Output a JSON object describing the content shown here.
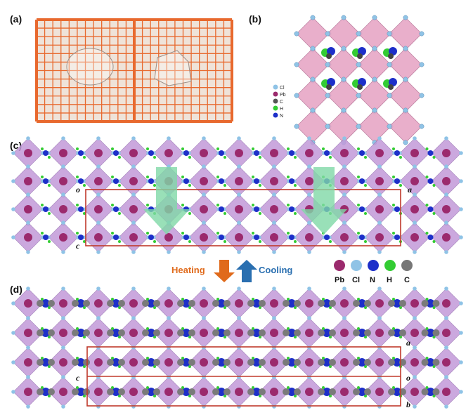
{
  "panels": {
    "a": "(a)",
    "b": "(b)",
    "c": "(c)",
    "d": "(d)"
  },
  "legend_b": [
    "Cl",
    "Pb",
    "C",
    "H",
    "N"
  ],
  "legend_c": [
    "Pb",
    "Cl",
    "N",
    "H",
    "C"
  ],
  "transition": {
    "heating": "Heating",
    "cooling": "Cooling"
  },
  "axes_c": {
    "o": "o",
    "a": "a",
    "c": "c"
  },
  "axes_d": {
    "a": "a",
    "c": "c",
    "o": "o",
    "b": "b"
  },
  "colors": {
    "grid_orange": "#e8692e",
    "octahedron": "#c39ad9",
    "pink_oct": "#e7a7c6",
    "pb": "#9b2a6d",
    "cl": "#8fc3e6",
    "n": "#1d2fc9",
    "h": "#33cc33",
    "c": "#7a7a7a",
    "cell_box": "#c0392b",
    "arrow_green": "#7fd8a6",
    "heating": "#e06a1b",
    "cooling": "#2a6fb0"
  }
}
